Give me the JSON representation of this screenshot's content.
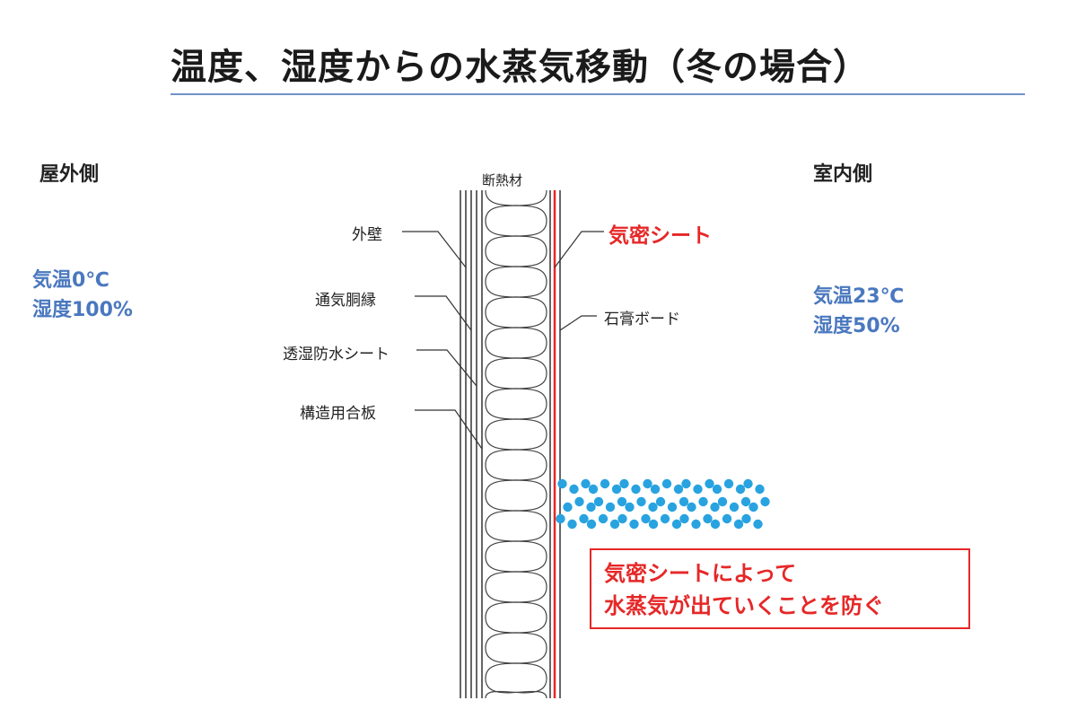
{
  "title": "温度、湿度からの水蒸気移動（冬の場合）",
  "outdoor": {
    "heading": "屋外側",
    "temperature": "気温0℃",
    "humidity": "湿度100%"
  },
  "indoor": {
    "heading": "室内側",
    "temperature": "気温23℃",
    "humidity": "湿度50%"
  },
  "layers": {
    "insulation": "断熱材",
    "exterior_wall": "外壁",
    "ventilation_furring": "通気胴縁",
    "breathable_sheet": "透湿防水シート",
    "structural_plywood": "構造用合板",
    "airtight_sheet": "気密シート",
    "gypsum_board": "石膏ボード"
  },
  "note": {
    "line1": "気密シートによって",
    "line2": "水蒸気が出ていくことを防ぐ"
  },
  "colors": {
    "title_rule": "#6f93c8",
    "conditions_text": "#4a78bf",
    "airtight_sheet": "#e62727",
    "vapor_dots": "#29a3e0",
    "wall_lines": "#333333"
  }
}
